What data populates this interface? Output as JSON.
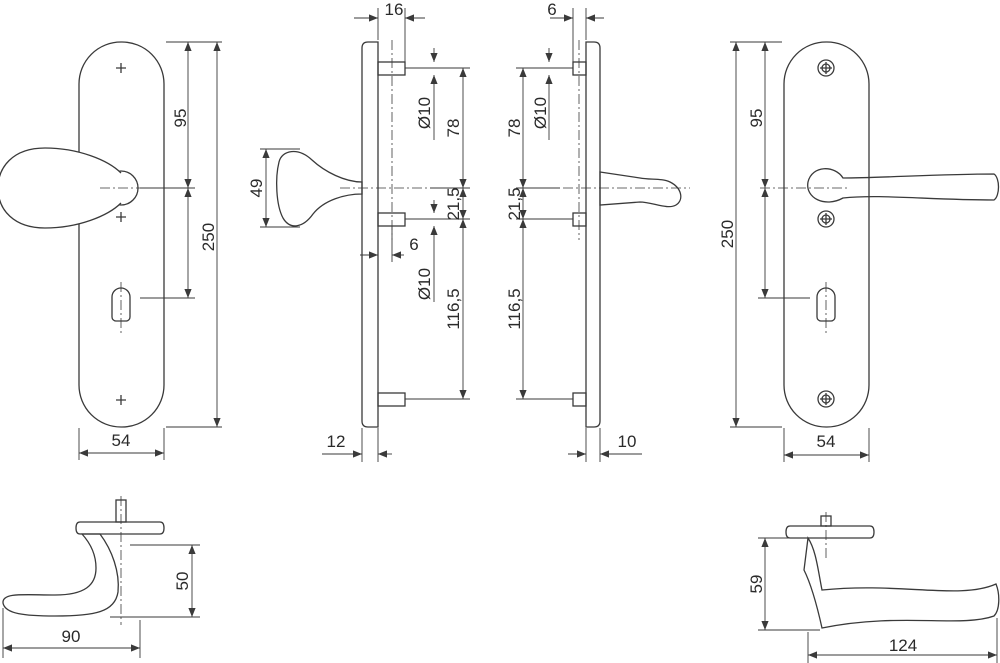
{
  "dimensions": {
    "front_left": {
      "width": "54",
      "height": "250",
      "center_offset": "95"
    },
    "side_knob": {
      "top_offset": "16",
      "knob_height": "49",
      "diameter_top": "Ø10",
      "spacing_top": "78",
      "spacing_middle": "21,5",
      "stud_offset": "6",
      "diameter_bottom": "Ø10",
      "spacing_bottom": "116,5",
      "plate_thickness": "12"
    },
    "side_lever": {
      "top_offset": "6",
      "diameter_top": "Ø10",
      "spacing_top": "78",
      "spacing_middle": "21,5",
      "spacing_bottom": "116,5",
      "plate_thickness": "10"
    },
    "front_right": {
      "width": "54",
      "height": "250",
      "center_offset": "95"
    },
    "knob_top_view": {
      "projection": "90",
      "height": "50"
    },
    "lever_top_view": {
      "projection": "124",
      "height": "59"
    }
  },
  "colors": {
    "line": "#3a3a3a",
    "background": "#ffffff"
  }
}
